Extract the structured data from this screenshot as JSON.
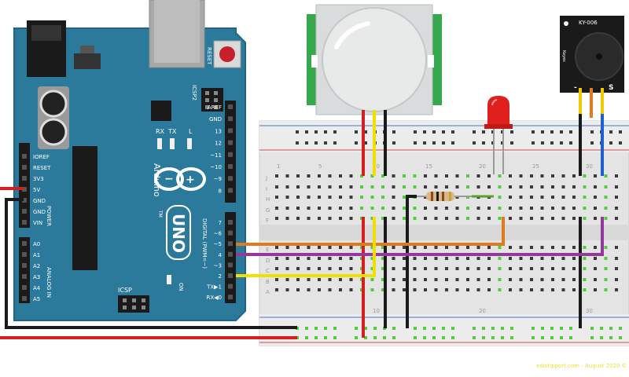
{
  "arduino": {
    "brand": "Arduino",
    "model": "UNO",
    "reset_label": "RESET",
    "icsp2_label": "ICSP2",
    "icsp_label": "ICSP",
    "tx_label": "TX",
    "rx_label": "RX",
    "l_label": "L",
    "on_label": "ON",
    "digital_label": "DIGITAL (PWM=~)",
    "power_label": "POWER",
    "analog_label": "ANALOG IN",
    "tm": "TM",
    "power_pins": [
      "IOREF",
      "RESET",
      "3V3",
      "5V",
      "GND",
      "GND",
      "VIN"
    ],
    "analog_pins": [
      "A0",
      "A1",
      "A2",
      "A3",
      "A4",
      "A5"
    ],
    "digital_top_pins": [
      "AREF",
      "GND",
      "13",
      "12",
      "~11",
      "~10",
      "~9",
      "8"
    ],
    "digital_bottom_pins": [
      "7",
      "~6",
      "~5",
      "4",
      "~3",
      "2",
      "TX▶1",
      "RX◀0"
    ]
  },
  "buzzer": {
    "label": "KY-006",
    "pin_minus": "-",
    "pin_s": "S",
    "side_text": "Keyes"
  },
  "breadboard": {
    "col_numbers": [
      "1",
      "5",
      "10",
      "15",
      "20",
      "25",
      "30"
    ],
    "row_letters_top": [
      "J",
      "I",
      "H",
      "G",
      "F"
    ],
    "row_letters_bottom": [
      "E",
      "D",
      "C",
      "B",
      "A"
    ]
  },
  "credit": "edistipport.com - August 2020 ©",
  "colors": {
    "board": "#2b7a9c",
    "board_dark": "#1f6585",
    "wire_red": "#d21f1f",
    "wire_black": "#1a1a1a",
    "wire_yellow": "#f0e000",
    "wire_orange": "#e07a1f",
    "wire_purple": "#93399b",
    "wire_blue": "#1f5fd0",
    "led_red": "#e0201c",
    "pir_green": "#34a84a",
    "hole_green": "#4ecf3a"
  }
}
